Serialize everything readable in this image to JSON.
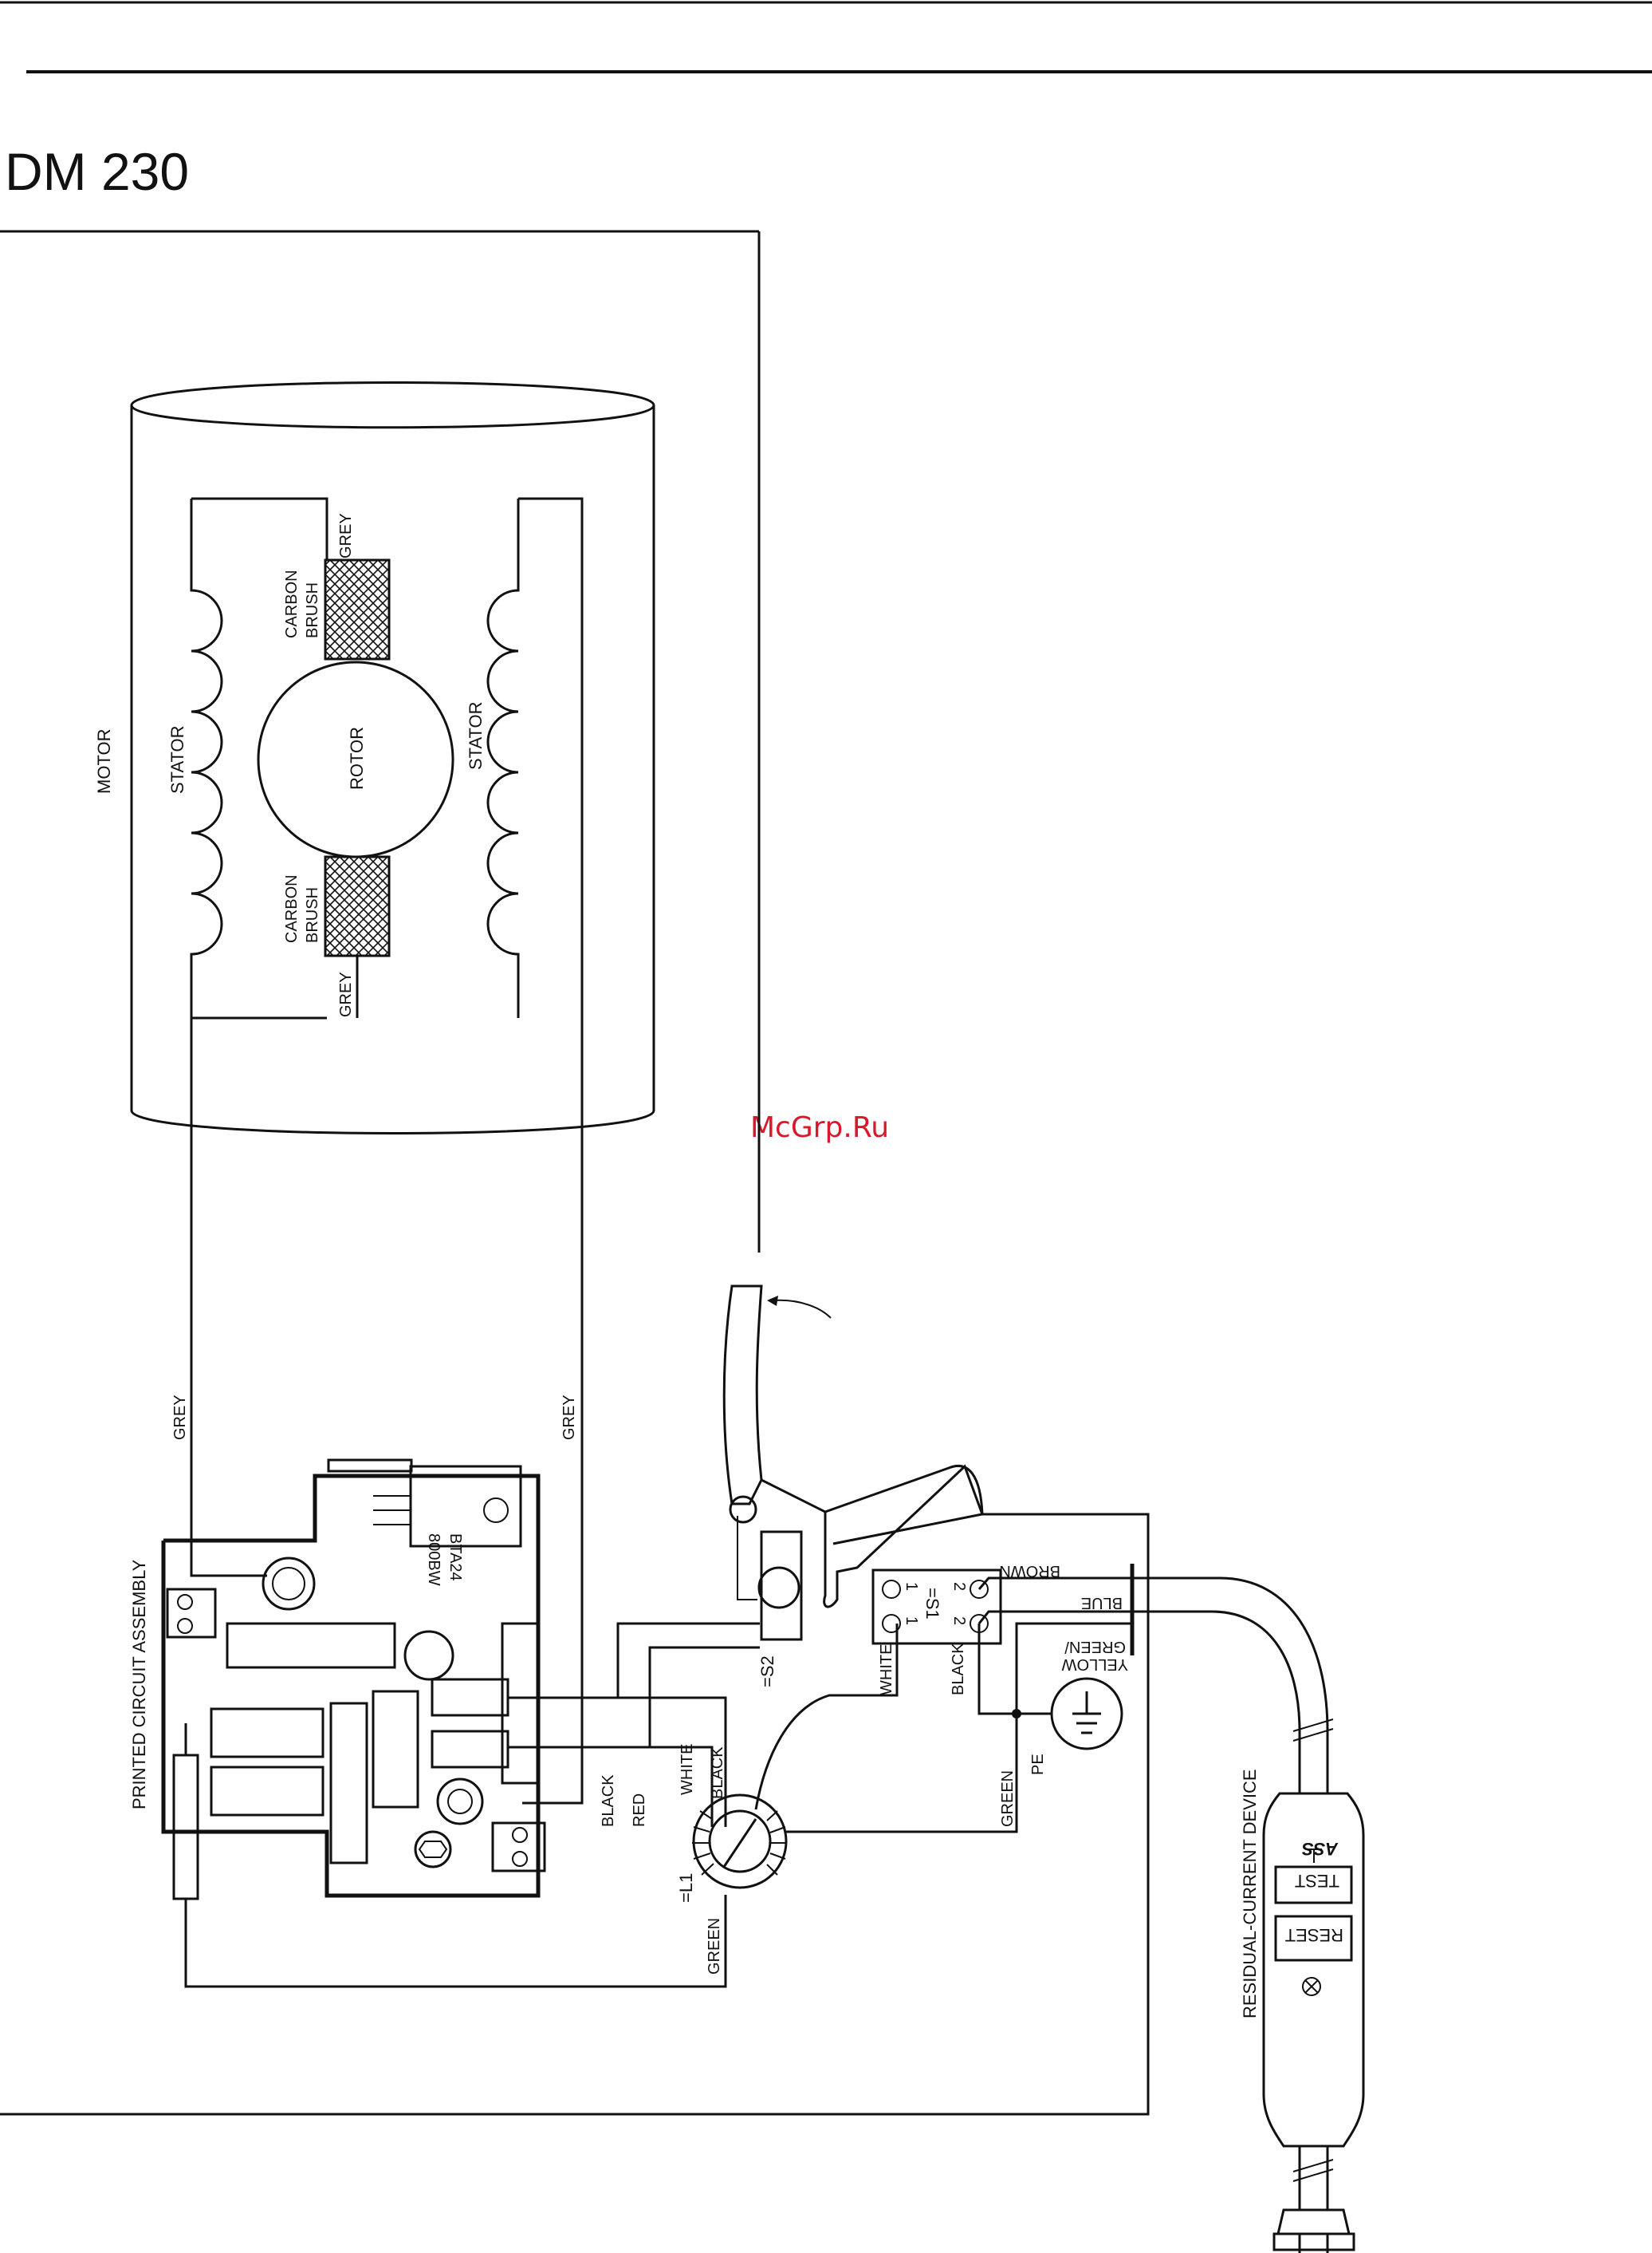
{
  "page": {
    "title": "DM 230",
    "watermark": "McGrp.Ru"
  },
  "motor": {
    "label": "MOTOR",
    "stator_left": "STATOR",
    "stator_right": "STATOR",
    "rotor": "ROTOR",
    "brush_top": [
      "CARBON",
      "BRUSH"
    ],
    "brush_bottom": [
      "CARBON",
      "BRUSH"
    ],
    "wire_top": "GREY",
    "wire_bottom": "GREY"
  },
  "wires": {
    "grey_left": "GREY",
    "grey_right": "GREY",
    "black": "BLACK",
    "red": "RED",
    "white_l1": "WHITE",
    "black_l1": "BLACK",
    "green_left": "GREEN",
    "green_right": "GREEN",
    "white_s1": "WHITE",
    "black_s1": "BLACK",
    "pe": "PE",
    "brown": "BROWN",
    "blue": "BLUE",
    "green_yellow": [
      "GREEN/",
      "YELLOW"
    ]
  },
  "pcb": {
    "label": "PRINTED CIRCUIT ASSEMBLY",
    "triac": [
      "BTA24",
      "800BW"
    ]
  },
  "switches": {
    "s1": "=S1",
    "s2": "=S2",
    "s1_pins": [
      "1",
      "1",
      "2",
      "2"
    ]
  },
  "coil": {
    "label": "=L1"
  },
  "rcd": {
    "label": "RESIDUAL-CURRENT DEVICE",
    "test": "TEST",
    "reset": "RESET",
    "brand": "ASS"
  }
}
